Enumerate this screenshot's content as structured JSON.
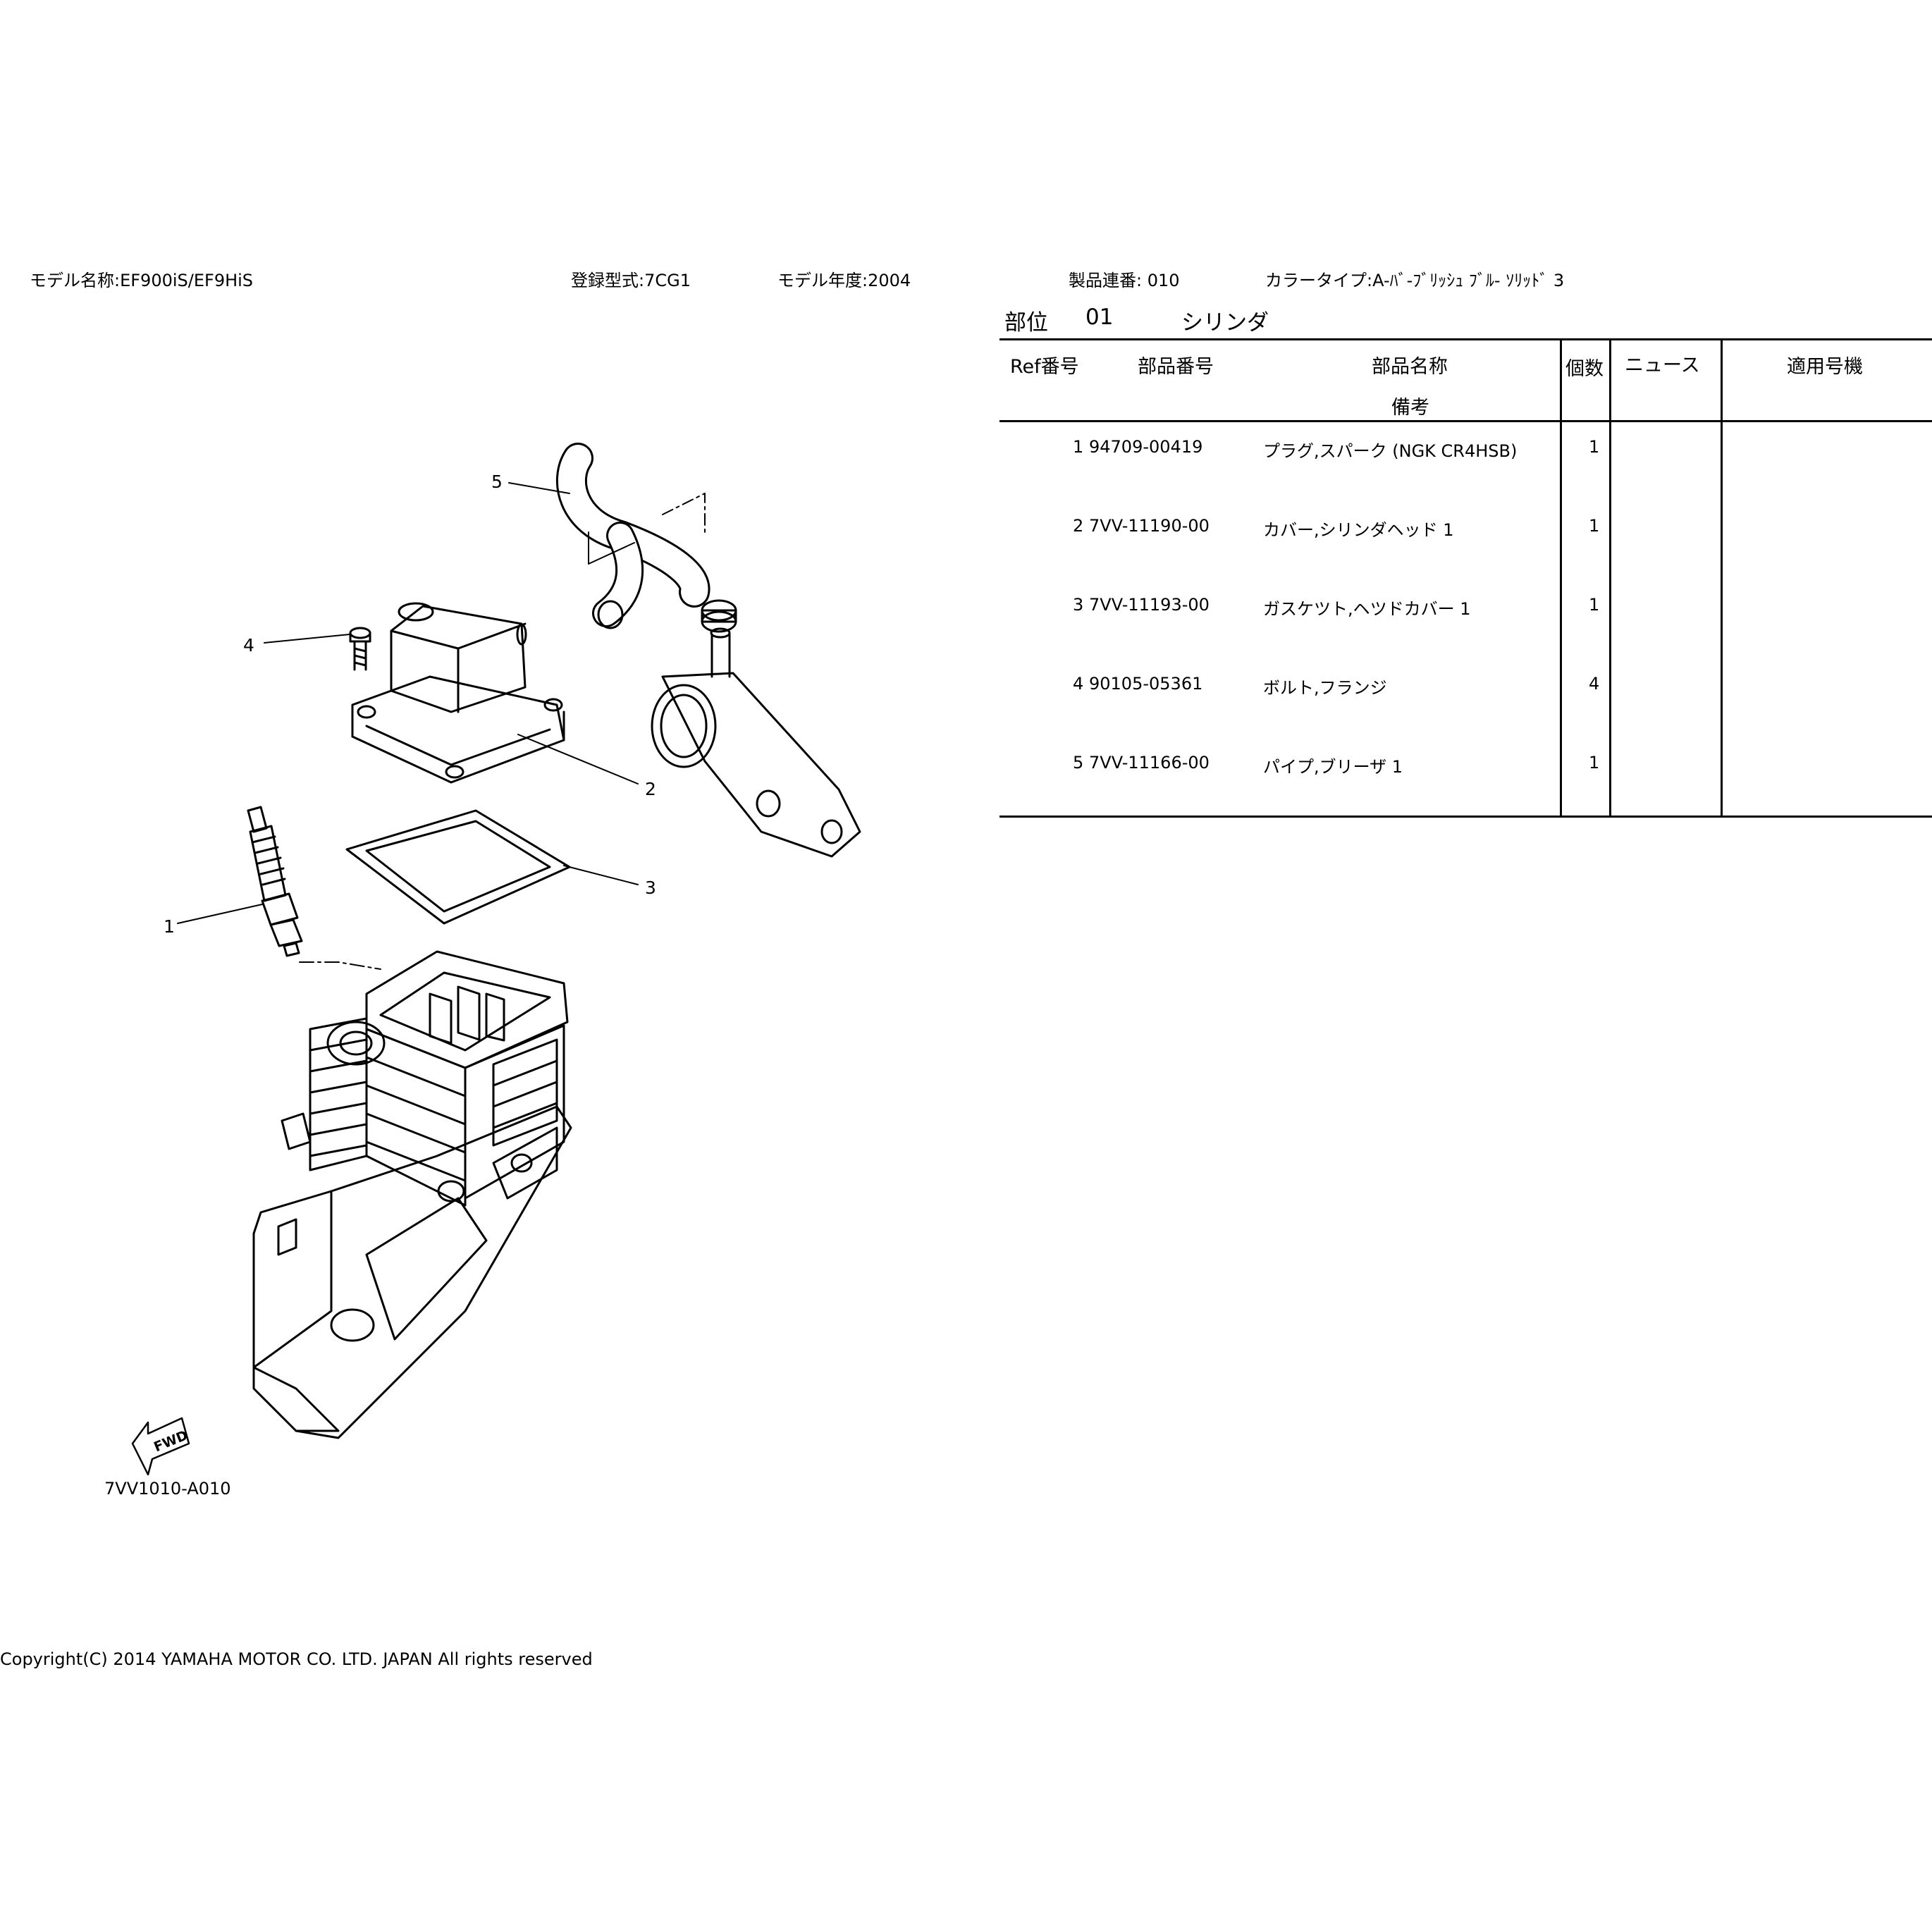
{
  "header": {
    "model_name": "モデル名称:EF900iS/EF9HiS",
    "registration": "登録型式:7CG1",
    "model_year": "モデル年度:2004",
    "serial": "製品連番: 010",
    "color_type": "カラータイプ:A-ﾊﾞ-ﾌﾞﾘｯｼｭ ﾌﾞﾙ- ｿﾘｯﾄﾞ 3"
  },
  "section": {
    "label": "部位",
    "number": "01",
    "name": "シリンダ"
  },
  "table": {
    "columns": {
      "ref": "Ref番号",
      "part_no": "部品番号",
      "part_name": "部品名称",
      "remarks": "備考",
      "qty": "個数",
      "news": "ニュース",
      "applicable": "適用号機"
    },
    "rows": [
      {
        "ref": "1",
        "part_no": "94709-00419",
        "name": "プラグ,スパーク (NGK CR4HSB)",
        "qty": "1"
      },
      {
        "ref": "2",
        "part_no": "7VV-11190-00",
        "name": "カバー,シリンダヘッド 1",
        "qty": "1"
      },
      {
        "ref": "3",
        "part_no": "7VV-11193-00",
        "name": "ガスケツト,ヘツドカバー 1",
        "qty": "1"
      },
      {
        "ref": "4",
        "part_no": "90105-05361",
        "name": "ボルト,フランジ",
        "qty": "4"
      },
      {
        "ref": "5",
        "part_no": "7VV-11166-00",
        "name": "パイプ,ブリーザ 1",
        "qty": "1"
      }
    ]
  },
  "diagram": {
    "callouts": [
      "1",
      "2",
      "3",
      "4",
      "5"
    ],
    "fwd_label": "FWD",
    "figure_id": "7VV1010-A010"
  },
  "footer": {
    "copyright": "Copyright(C) 2014 YAMAHA MOTOR CO. LTD. JAPAN All rights reserved"
  }
}
